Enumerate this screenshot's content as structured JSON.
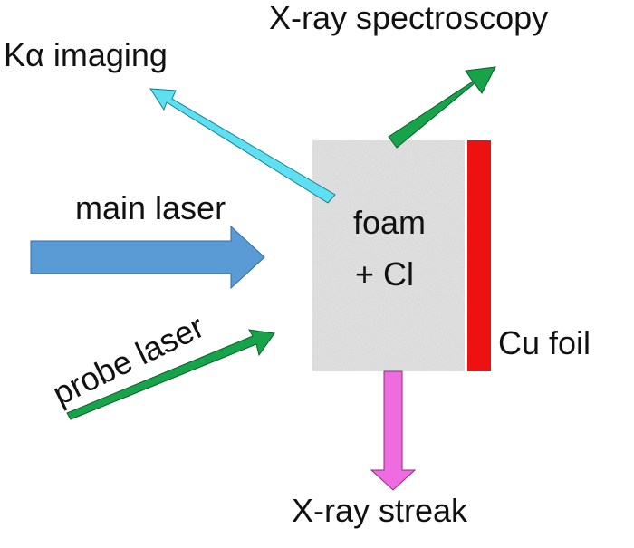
{
  "labels": {
    "xray_spectroscopy": "X-ray spectroscopy",
    "kalpha_imaging": "Kα imaging",
    "main_laser": "main laser",
    "probe_laser": "probe laser",
    "foam": "foam",
    "cl": "+ Cl",
    "cu_foil": "Cu foil",
    "xray_streak": "X-ray streak"
  },
  "colors": {
    "main_laser_arrow": "#5b9bd5",
    "probe_laser_arrow": "#16a34a",
    "spectroscopy_arrow": "#16a34a",
    "kalpha_arrow": "#5ee0f2",
    "streak_arrow": "#ee6be0",
    "cu_foil": "#ee1111",
    "foam_target": "#e6e6e6"
  }
}
